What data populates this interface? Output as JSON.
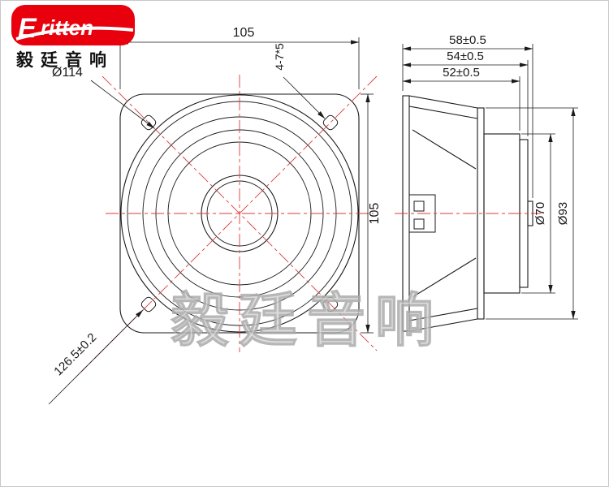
{
  "logo": {
    "brand_initial": "E",
    "brand_rest": "ritten",
    "chinese": "毅廷音响"
  },
  "watermark": {
    "text": "毅廷音响"
  },
  "front_view": {
    "dims": {
      "width": "105",
      "height": "105",
      "outer_diameter": "Ø114",
      "mounting_holes": "4-7*5",
      "diagonal": "126.5±0.2"
    }
  },
  "side_view": {
    "dims": {
      "depth_total": "58±0.5",
      "depth_plate": "54±0.5",
      "depth_magnet": "52±0.5",
      "magnet_diameter": "Ø70",
      "basket_rear_diameter": "Ø93"
    }
  },
  "colors": {
    "drawing_line": "#1a1a1a",
    "centerline_red": "#e03a3a",
    "logo_red": "#e8000d",
    "watermark_gray": "#d8d8d8"
  }
}
